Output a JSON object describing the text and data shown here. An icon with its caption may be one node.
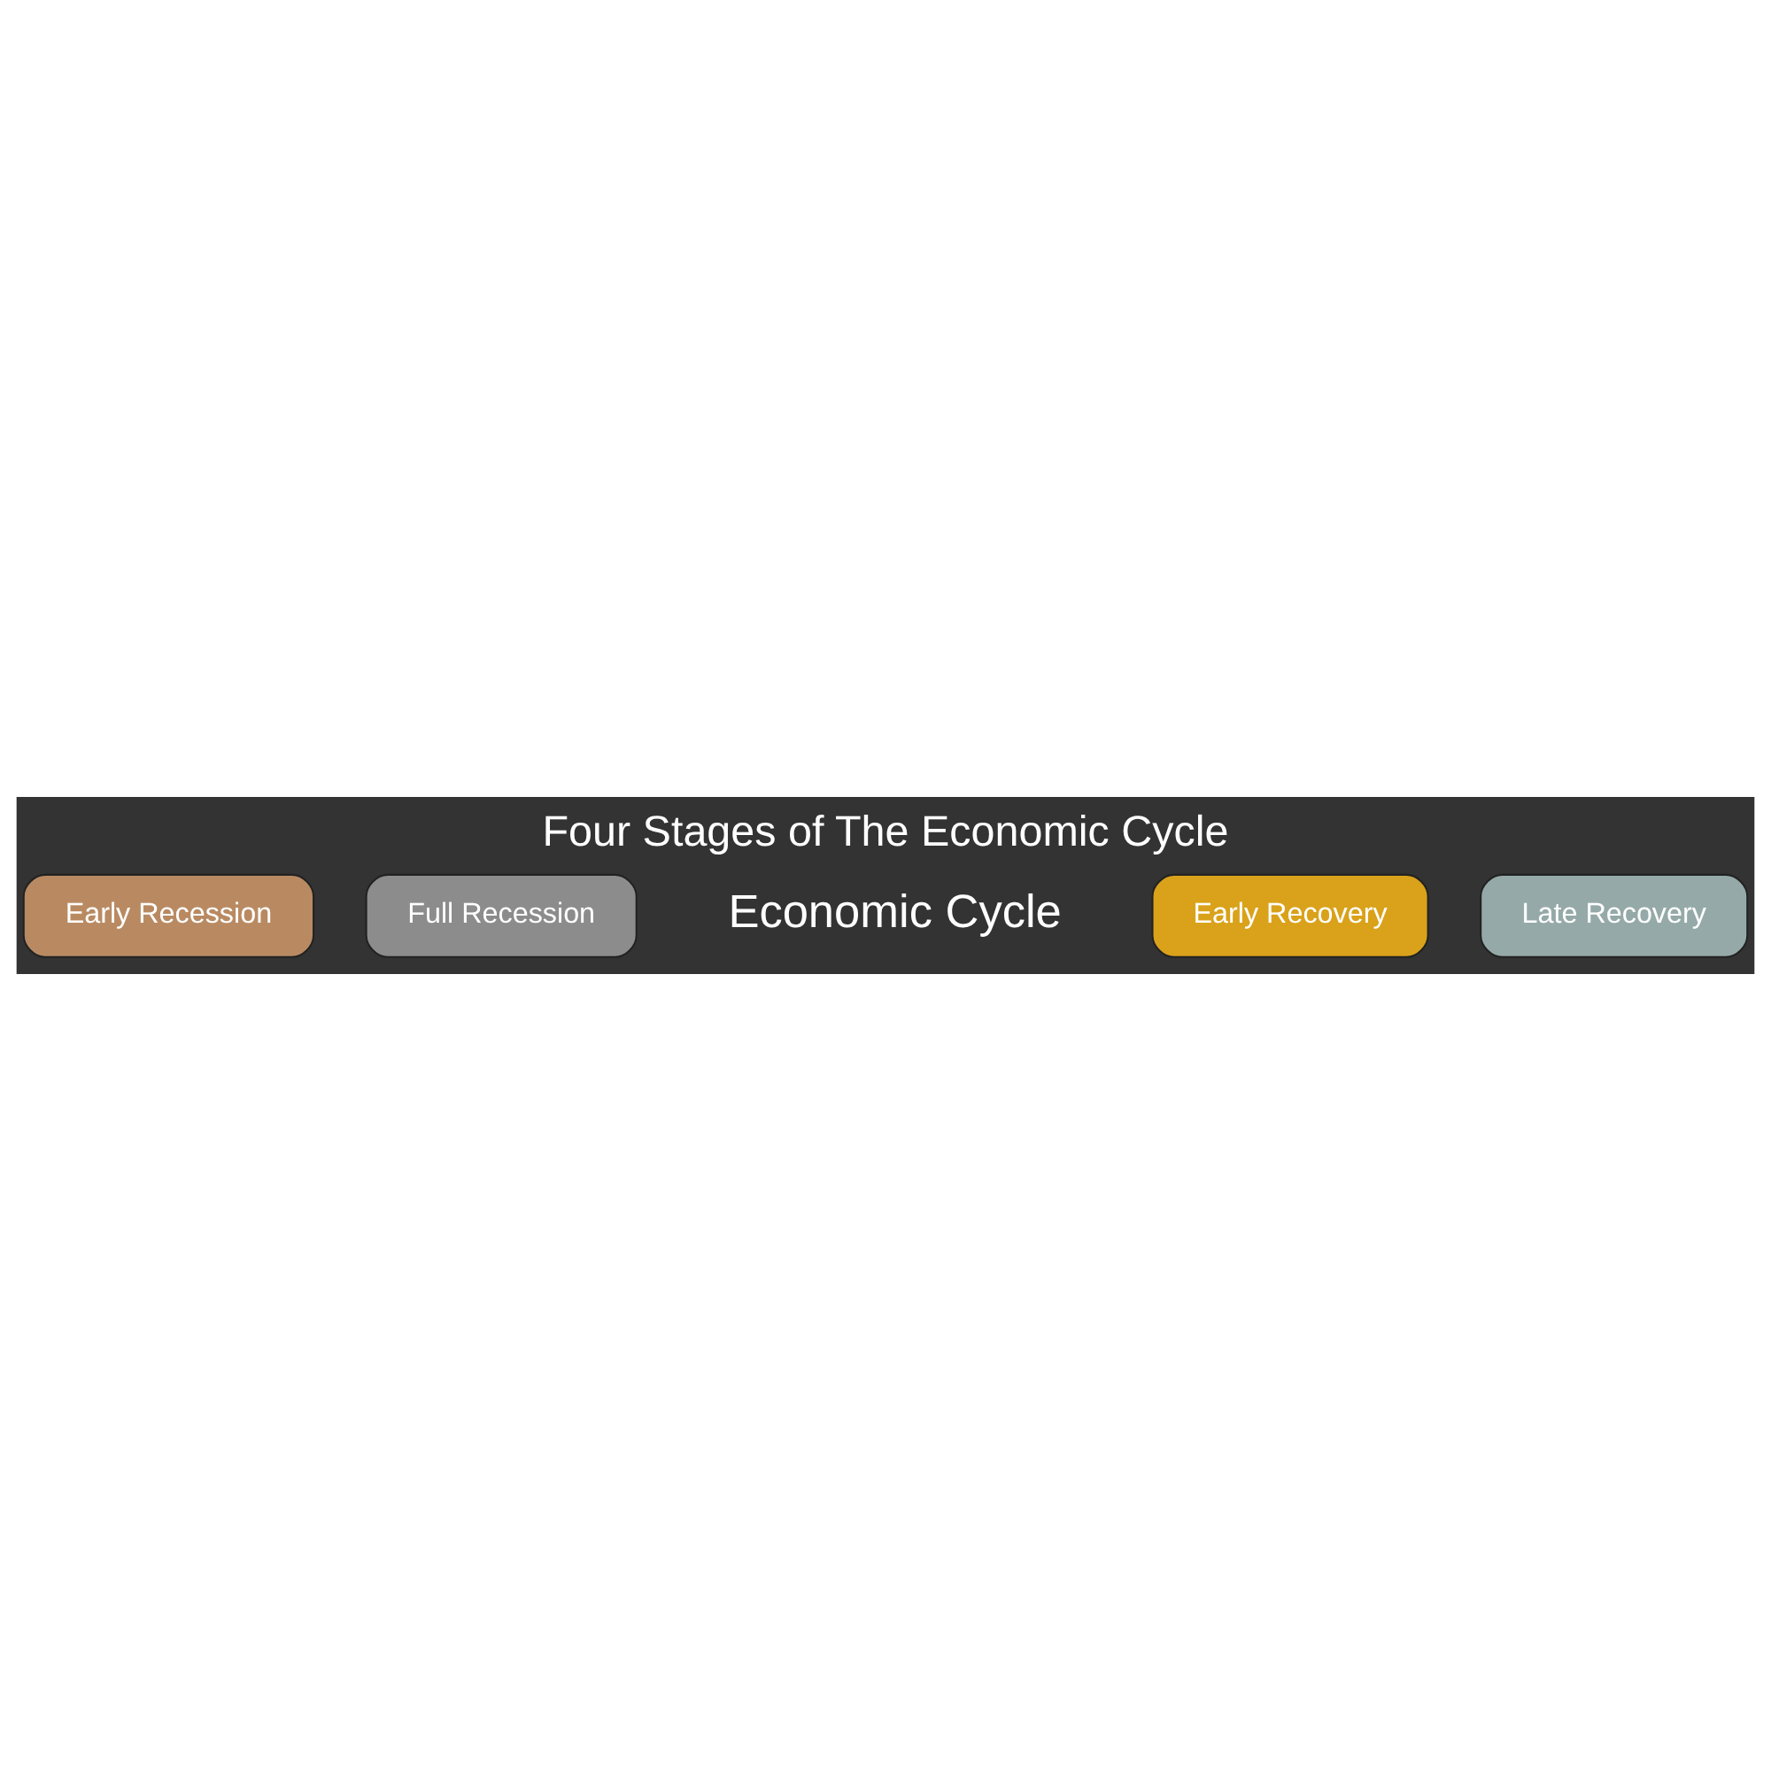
{
  "diagram": {
    "title": "Four Stages of The Economic Cycle",
    "nodes": [
      {
        "text": [
          "Early Recession"
        ]
      },
      {
        "text": [
          "Full Recession"
        ]
      },
      {
        "text": [
          "Economic Cycle"
        ]
      },
      {
        "text": [
          "Early Recovery"
        ]
      },
      {
        "text": [
          "Late Recovery"
        ]
      }
    ],
    "edges": []
  }
}
